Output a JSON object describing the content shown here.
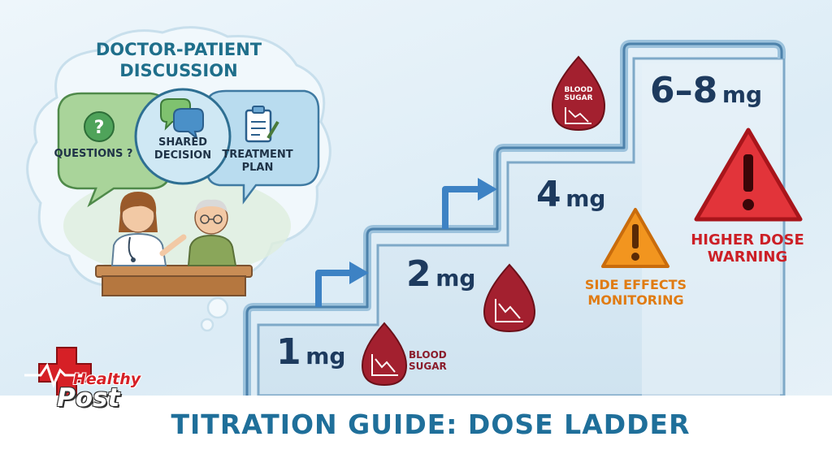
{
  "discussion": {
    "title": "DOCTOR-PATIENT DISCUSSION",
    "bubbles": {
      "questions": "QUESTIONS ?",
      "shared": "SHARED DECISION",
      "plan": "TREATMENT PLAN"
    }
  },
  "ladder": {
    "steps": {
      "step1": {
        "num": "1",
        "unit": "mg"
      },
      "step2": {
        "num": "2",
        "unit": "mg"
      },
      "step3": {
        "num": "4",
        "unit": "mg"
      },
      "step4": {
        "num": "6–8",
        "unit": "mg"
      }
    },
    "blood_sugar_label": "BLOOD SUGAR",
    "blood_sugar_label_top": "BLOOD SUGAR",
    "side_effects": "SIDE EFFECTS MONITORING",
    "higher_dose": "HIGHER DOSE WARNING"
  },
  "logo": {
    "word1": "Healthy",
    "word2": "Post"
  },
  "footer": {
    "title": "TITRATION GUIDE: DOSE LADDER"
  },
  "colors": {
    "title_blue": "#1f6f9a",
    "dose_navy": "#1d3a5e",
    "drop_red": "#a3202f",
    "warning_orange": "#f2951f",
    "warning_red": "#e2343a",
    "bubble_green": "#a9d49a",
    "bubble_blue": "#b9dcef"
  },
  "icons": [
    "question-icon",
    "chat-icon",
    "clipboard-icon",
    "blood-drop-icon",
    "trend-down-icon",
    "warning-triangle-icon",
    "step-arrow-icon",
    "doctor-figure",
    "patient-figure",
    "thought-cloud"
  ]
}
